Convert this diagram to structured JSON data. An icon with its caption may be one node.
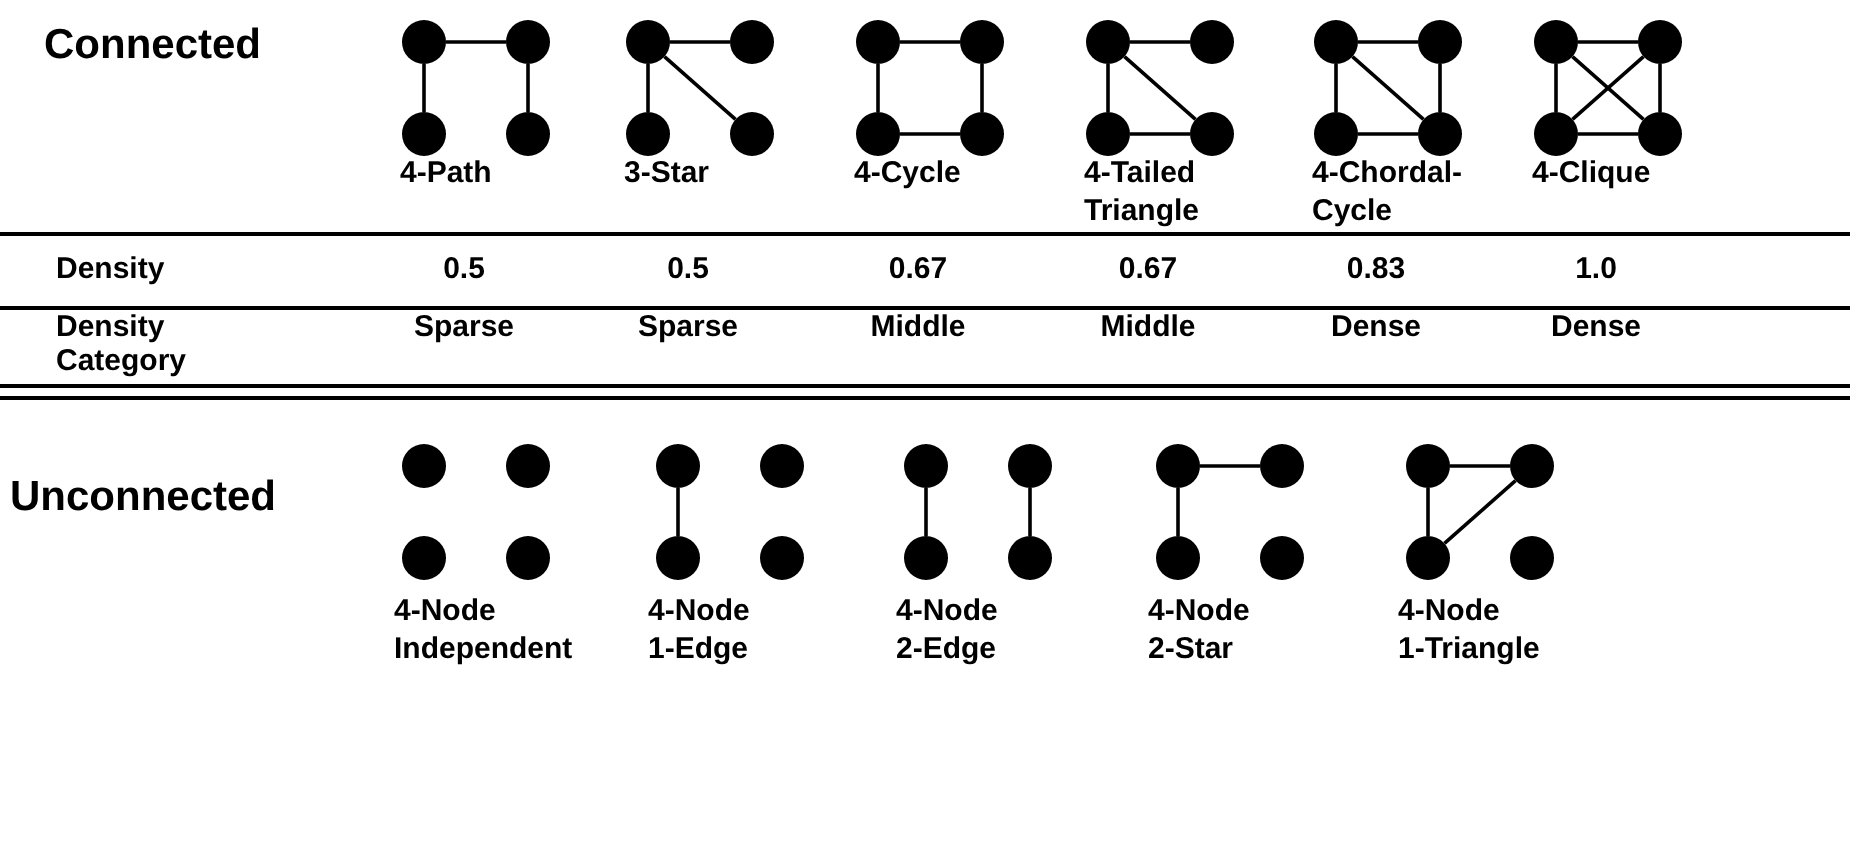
{
  "diagram": {
    "nodes": [
      {
        "text": [],
        "shape": "circle"
      },
      {
        "text": [],
        "shape": "circle"
      },
      {
        "text": [],
        "shape": "circle"
      },
      {
        "text": [],
        "shape": "circle"
      },
      {
        "text": [],
        "shape": "circle"
      },
      {
        "text": [],
        "shape": "circle"
      },
      {
        "text": [],
        "shape": "circle"
      },
      {
        "text": [],
        "shape": "circle"
      },
      {
        "text": [],
        "shape": "circle"
      },
      {
        "text": [],
        "shape": "circle"
      },
      {
        "text": [],
        "shape": "circle"
      },
      {
        "text": [],
        "shape": "circle"
      },
      {
        "text": [],
        "shape": "circle"
      },
      {
        "text": [],
        "shape": "circle"
      },
      {
        "text": [],
        "shape": "circle"
      },
      {
        "text": [],
        "shape": "circle"
      },
      {
        "text": [],
        "shape": "circle"
      },
      {
        "text": [],
        "shape": "circle"
      },
      {
        "text": [],
        "shape": "circle"
      },
      {
        "text": [],
        "shape": "circle"
      },
      {
        "text": [],
        "shape": "circle"
      },
      {
        "text": [],
        "shape": "circle"
      },
      {
        "text": [],
        "shape": "circle"
      },
      {
        "text": [],
        "shape": "circle"
      },
      {
        "text": [],
        "shape": "circle"
      },
      {
        "text": [],
        "shape": "circle"
      },
      {
        "text": [],
        "shape": "circle"
      },
      {
        "text": [],
        "shape": "circle"
      },
      {
        "text": [],
        "shape": "circle"
      },
      {
        "text": [],
        "shape": "circle"
      },
      {
        "text": [],
        "shape": "circle"
      },
      {
        "text": [],
        "shape": "circle"
      },
      {
        "text": [],
        "shape": "circle"
      },
      {
        "text": [],
        "shape": "circle"
      },
      {
        "text": [],
        "shape": "circle"
      },
      {
        "text": [],
        "shape": "circle"
      },
      {
        "text": [],
        "shape": "circle"
      },
      {
        "text": [],
        "shape": "circle"
      },
      {
        "text": [],
        "shape": "circle"
      },
      {
        "text": [],
        "shape": "circle"
      },
      {
        "text": [],
        "shape": "circle"
      },
      {
        "text": [],
        "shape": "circle"
      },
      {
        "text": [],
        "shape": "circle"
      },
      {
        "text": [],
        "shape": "circle"
      }
    ],
    "edges": [
      {
        "from": 0,
        "to": 1,
        "arrow": "none"
      },
      {
        "from": 0,
        "to": 2,
        "arrow": "none"
      },
      {
        "from": 1,
        "to": 3,
        "arrow": "none"
      },
      {
        "from": 4,
        "to": 5,
        "arrow": "none"
      },
      {
        "from": 4,
        "to": 6,
        "arrow": "none"
      },
      {
        "from": 4,
        "to": 7,
        "arrow": "none"
      },
      {
        "from": 8,
        "to": 9,
        "arrow": "none"
      },
      {
        "from": 9,
        "to": 11,
        "arrow": "none"
      },
      {
        "from": 11,
        "to": 10,
        "arrow": "none"
      },
      {
        "from": 10,
        "to": 8,
        "arrow": "none"
      },
      {
        "from": 12,
        "to": 13,
        "arrow": "none"
      },
      {
        "from": 12,
        "to": 14,
        "arrow": "none"
      },
      {
        "from": 12,
        "to": 15,
        "arrow": "none"
      },
      {
        "from": 14,
        "to": 15,
        "arrow": "none"
      },
      {
        "from": 16,
        "to": 17,
        "arrow": "none"
      },
      {
        "from": 17,
        "to": 19,
        "arrow": "none"
      },
      {
        "from": 19,
        "to": 18,
        "arrow": "none"
      },
      {
        "from": 18,
        "to": 16,
        "arrow": "none"
      },
      {
        "from": 16,
        "to": 19,
        "arrow": "none"
      },
      {
        "from": 20,
        "to": 21,
        "arrow": "none"
      },
      {
        "from": 20,
        "to": 22,
        "arrow": "none"
      },
      {
        "from": 20,
        "to": 23,
        "arrow": "none"
      },
      {
        "from": 21,
        "to": 22,
        "arrow": "none"
      },
      {
        "from": 21,
        "to": 23,
        "arrow": "none"
      },
      {
        "from": 22,
        "to": 23,
        "arrow": "none"
      },
      {
        "from": 28,
        "to": 30,
        "arrow": "none"
      },
      {
        "from": 32,
        "to": 34,
        "arrow": "none"
      },
      {
        "from": 33,
        "to": 35,
        "arrow": "none"
      },
      {
        "from": 36,
        "to": 37,
        "arrow": "none"
      },
      {
        "from": 36,
        "to": 38,
        "arrow": "none"
      },
      {
        "from": 40,
        "to": 41,
        "arrow": "none"
      },
      {
        "from": 40,
        "to": 42,
        "arrow": "none"
      },
      {
        "from": 42,
        "to": 41,
        "arrow": "none"
      }
    ],
    "labels": [
      "Connected",
      "4-Path",
      "3-Star",
      "4-Cycle",
      "4-Tailed Triangle",
      "4-Chordal-Cycle",
      "4-Clique",
      "Density",
      "0.5",
      "0.5",
      "0.67",
      "0.67",
      "0.83",
      "1.0",
      "Density Category",
      "Sparse",
      "Sparse",
      "Middle",
      "Middle",
      "Dense",
      "Dense",
      "Unconnected",
      "4-Node Independent",
      "4-Node 1-Edge",
      "4-Node 2-Edge",
      "4-Node 2-Star",
      "4-Node 1-Triangle"
    ]
  }
}
